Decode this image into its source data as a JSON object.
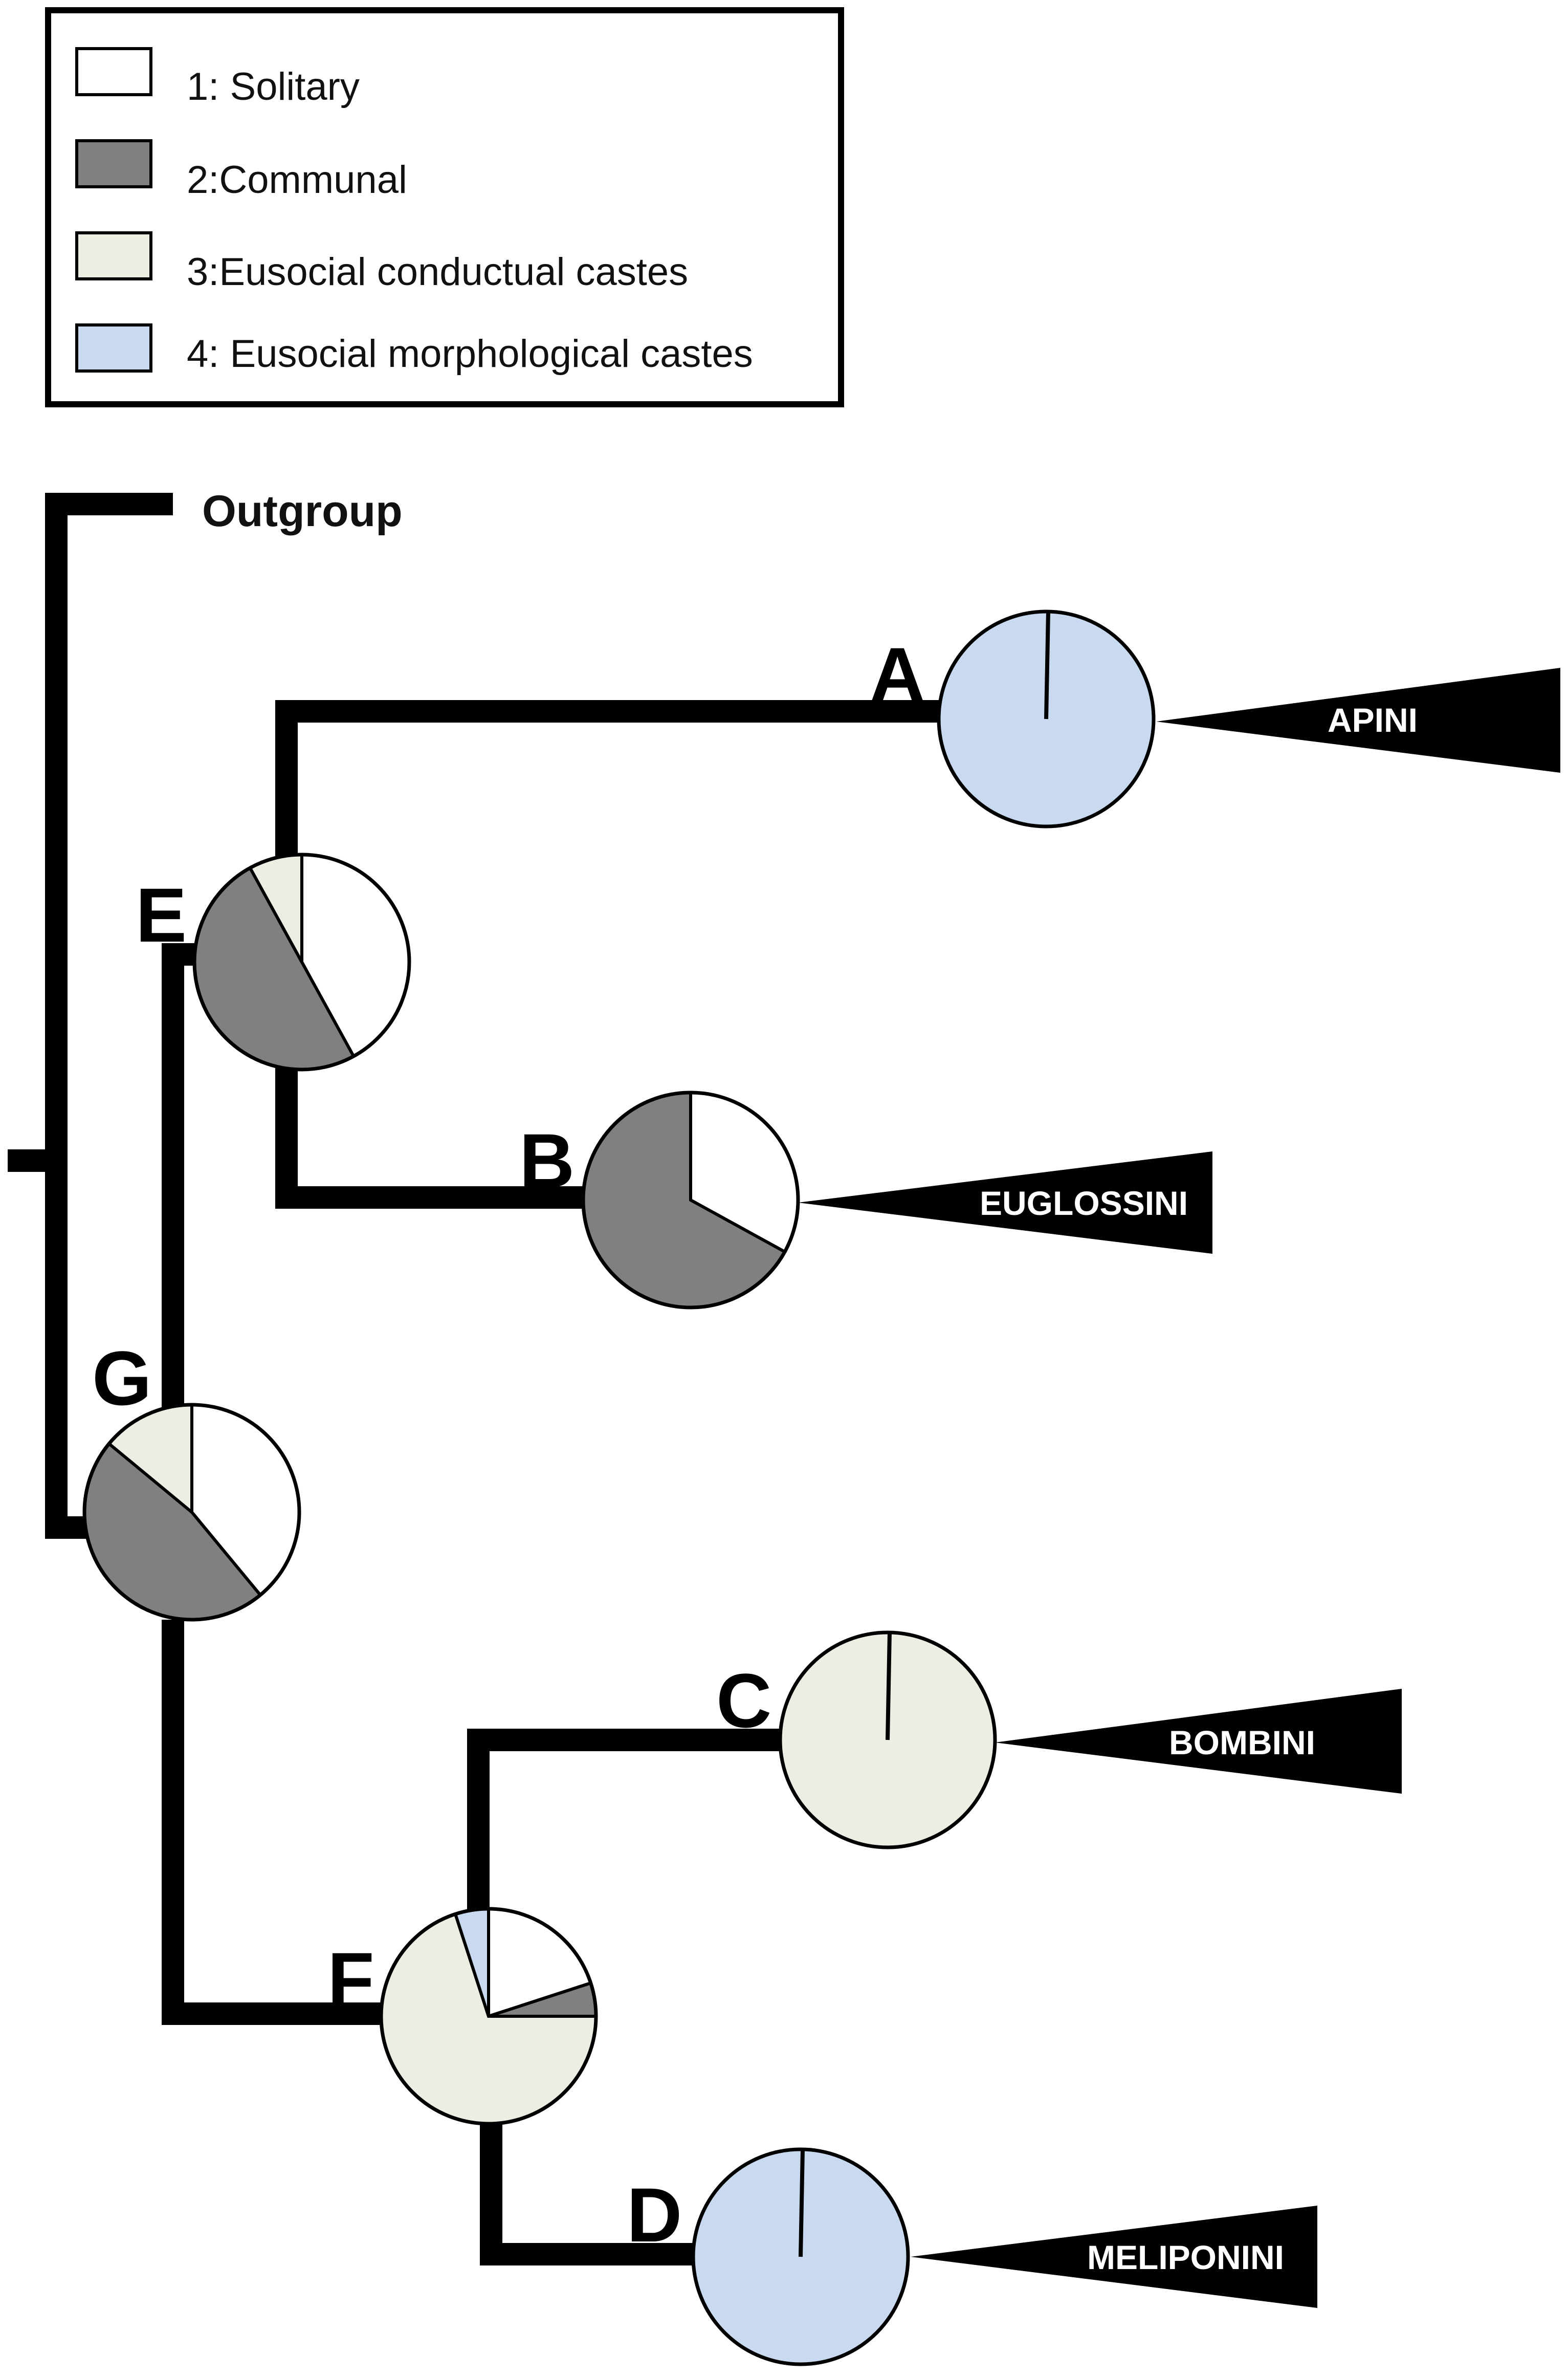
{
  "legend": {
    "items": [
      {
        "label": "1: Solitary",
        "color": "#ffffff"
      },
      {
        "label": "2:Communal",
        "color": "#808080"
      },
      {
        "label": "3:Eusocial conductual castes",
        "color": "#eeede3"
      },
      {
        "label": "4: Eusocial morphological castes",
        "color": "#c9daf0"
      }
    ]
  },
  "tree": {
    "outgroup_label": "Outgroup",
    "nodes": [
      {
        "id": "A",
        "letter": "A",
        "proportions": [
          0,
          0,
          0,
          1
        ]
      },
      {
        "id": "B",
        "letter": "B",
        "proportions": [
          0.33,
          0.67,
          0,
          0
        ]
      },
      {
        "id": "C",
        "letter": "C",
        "proportions": [
          0,
          0,
          1,
          0
        ]
      },
      {
        "id": "D",
        "letter": "D",
        "proportions": [
          0,
          0,
          0,
          1
        ]
      },
      {
        "id": "E",
        "letter": "E",
        "proportions": [
          0.42,
          0.5,
          0.08,
          0
        ]
      },
      {
        "id": "F",
        "letter": "F",
        "proportions": [
          0.2,
          0.05,
          0.7,
          0.05
        ]
      },
      {
        "id": "G",
        "letter": "G",
        "proportions": [
          0.39,
          0.47,
          0.14,
          0
        ]
      }
    ],
    "clades": [
      {
        "id": "apini",
        "label": "APINI"
      },
      {
        "id": "euglossini",
        "label": "EUGLOSSINI"
      },
      {
        "id": "bombini",
        "label": "BOMBINI"
      },
      {
        "id": "meliponini",
        "label": "MELIPONINI"
      }
    ]
  }
}
